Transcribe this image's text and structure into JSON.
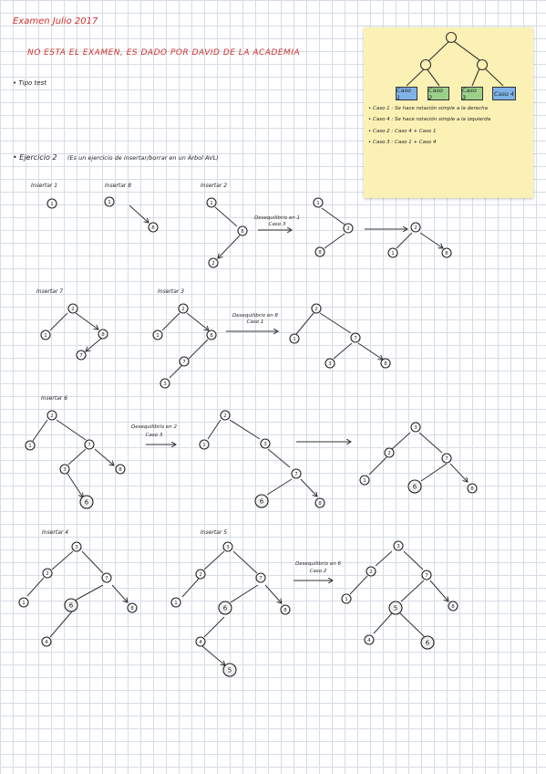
{
  "header": {
    "title": "Examen Julio 2017",
    "subtitle": "NO ESTA EL EXAMEN, ES DADO POR DAVID DE LA ACADEMIA"
  },
  "sections": {
    "tipo_test": "• Tipo test",
    "ejercicio_num": "• Ejercicio 2",
    "ejercicio_desc": "(Es un ejercicio de insertar/borrar en un Árbol AVL)"
  },
  "notes": {
    "cases": [
      "Caso 1",
      "Caso 2",
      "Caso 3",
      "Caso 4"
    ],
    "case_colors": [
      "#7fb3e8",
      "#9bd08a",
      "#9bd08a",
      "#7fb3e8"
    ],
    "lines": [
      "• Caso 1 : Se hace rotación simple a la derecha",
      "• Caso 4 : Se hace rotación simple a la izquierda",
      "• Caso 2 : Caso 4 + Caso 1",
      "• Caso 3 : Caso 1 + Caso 4"
    ]
  },
  "steps": {
    "ins1": "Insertar 1",
    "ins8": "Insertar 8",
    "ins2": "Insertar 2",
    "ins7": "Insertar 7",
    "ins3": "Insertar 3",
    "ins6": "Insertar 6",
    "ins4": "Insertar 4",
    "ins5": "Insertar 5"
  },
  "arrows": {
    "a1": [
      "Desequilibrio en 1",
      "Caso 3"
    ],
    "a2": [
      "Desequilibrio en 8",
      "Caso 1"
    ],
    "a3": [
      "Desequilibrio en 2",
      "Caso 3"
    ],
    "a4": [
      "Desequilibrio en 6",
      "Caso 2"
    ]
  }
}
